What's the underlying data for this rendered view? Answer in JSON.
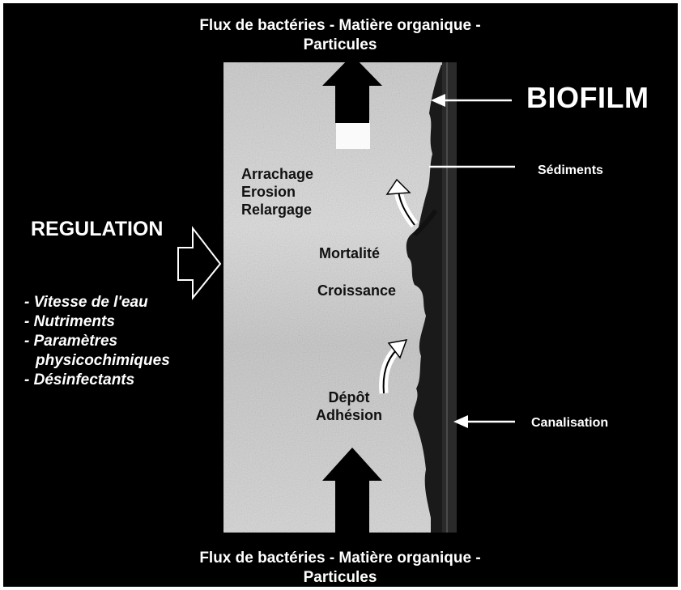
{
  "flux_top": [
    "Flux de bactéries - Matière organique -",
    "Particules"
  ],
  "flux_bottom": [
    "Flux de bactéries - Matière organique -",
    "Particules"
  ],
  "biofilm_label": "BIOFILM",
  "sediments_label": "Sédiments",
  "canalisation_label": "Canalisation",
  "regulation": {
    "title": "REGULATION",
    "items": [
      "- Vitesse de l'eau",
      "- Nutriments",
      "- Paramètres",
      "  physicochimiques",
      "- Désinfectants"
    ]
  },
  "processes": {
    "detachment": [
      "Arrachage",
      "Erosion",
      "Relargage"
    ],
    "mortality": "Mortalité",
    "growth": "Croissance",
    "attachment": [
      "Dépôt",
      "Adhésion"
    ]
  }
}
